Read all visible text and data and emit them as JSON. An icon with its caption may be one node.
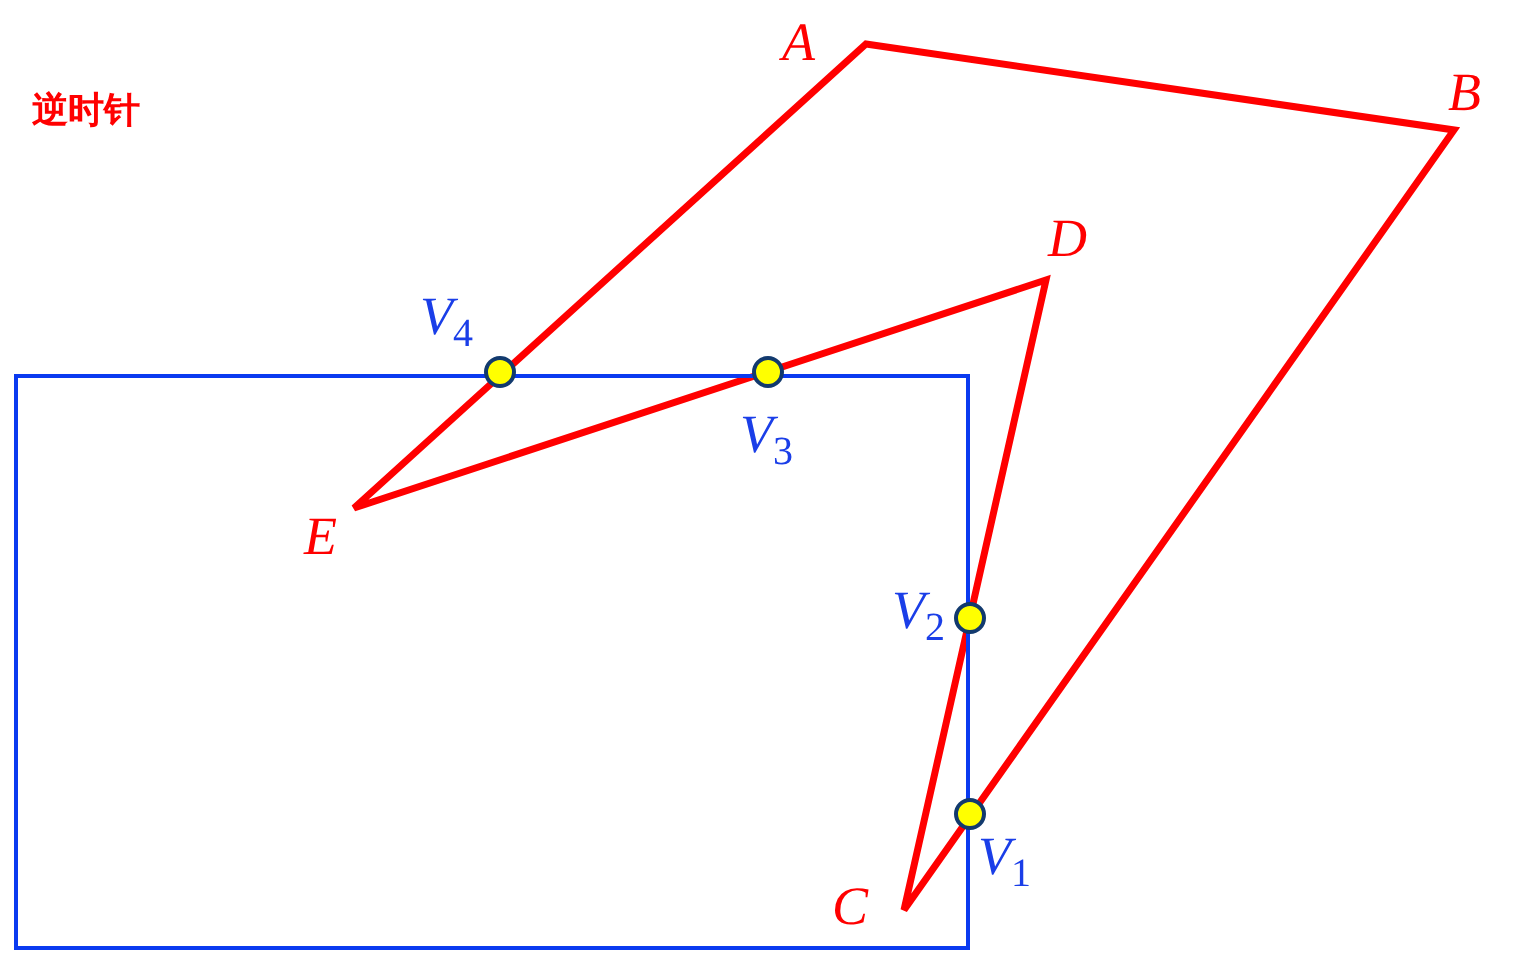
{
  "diagram": {
    "nodes": [
      {
        "text": [],
        "shape": "box"
      },
      {
        "text": [],
        "shape": "circle",
        "beside": [
          "V$_{4}$"
        ]
      },
      {
        "text": [],
        "shape": "circle",
        "beside": [
          "V$_{3}$"
        ]
      },
      {
        "text": [],
        "shape": "circle",
        "beside": [
          "V$_{2}$"
        ]
      },
      {
        "text": [],
        "shape": "circle",
        "beside": [
          "V$_{1}$"
        ]
      }
    ],
    "labels": [
      "逆时针",
      "A",
      "B",
      "D",
      "E",
      "C"
    ]
  }
}
